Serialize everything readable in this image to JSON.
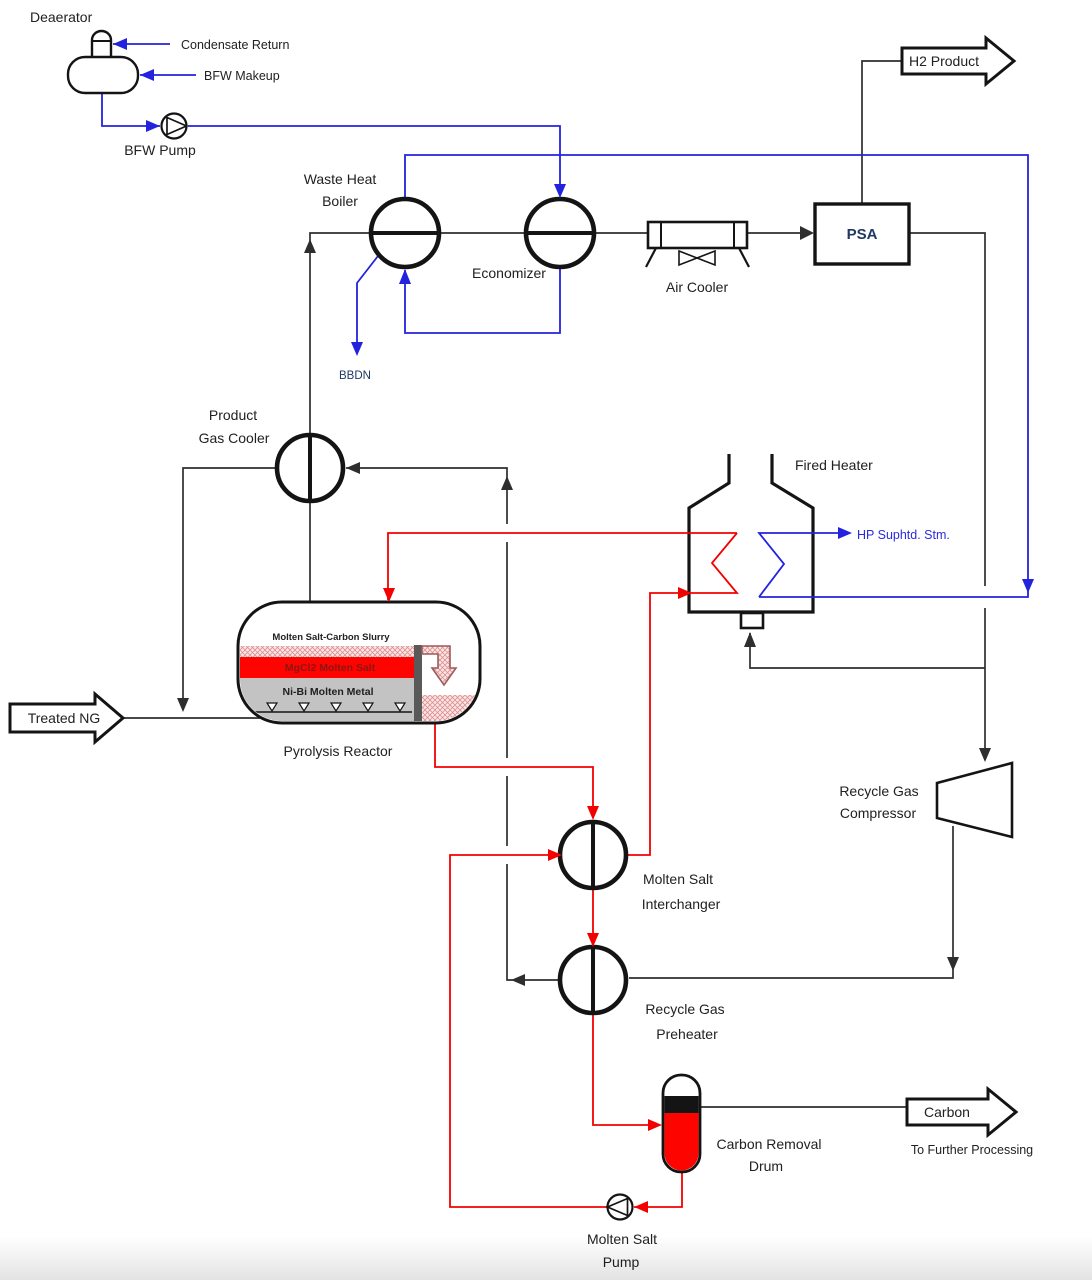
{
  "colors": {
    "line_black": "#2e2e2e",
    "line_blue": "#2323dd",
    "line_red": "#f40000",
    "navy_text": "#1f3864",
    "blue_text": "#2a2ae0",
    "dark_red_text": "#8c1515",
    "salt_red": "#fe0400",
    "metal_gray": "#c3c3c3",
    "baffle_gray": "#595959",
    "carbon_black": "#141414"
  },
  "equipment": {
    "deaerator": {
      "label": "Deaerator"
    },
    "bfw_pump": {
      "label": "BFW Pump"
    },
    "waste_heat_boiler": {
      "line1": "Waste Heat",
      "line2": "Boiler"
    },
    "economizer": {
      "label": "Economizer"
    },
    "air_cooler": {
      "label": "Air Cooler"
    },
    "psa": {
      "label": "PSA"
    },
    "product_gas_cooler": {
      "line1": "Product",
      "line2": "Gas Cooler"
    },
    "fired_heater": {
      "label": "Fired Heater"
    },
    "pyrolysis_reactor": {
      "label": "Pyrolysis Reactor",
      "layer_slurry": "Molten Salt-Carbon Slurry",
      "layer_salt": "MgCl2 Molten Salt",
      "layer_metal": "Ni-Bi Molten Metal"
    },
    "recycle_gas_compressor": {
      "line1": "Recycle Gas",
      "line2": "Compressor"
    },
    "molten_salt_interchanger": {
      "line1": "Molten Salt",
      "line2": "Interchanger"
    },
    "recycle_gas_preheater": {
      "line1": "Recycle Gas",
      "line2": "Preheater"
    },
    "carbon_removal_drum": {
      "line1": "Carbon Removal",
      "line2": "Drum"
    },
    "molten_salt_pump": {
      "line1": "Molten Salt",
      "line2": "Pump"
    }
  },
  "streams": {
    "condensate_return": "Condensate Return",
    "bfw_makeup": "BFW Makeup",
    "bbdn": "BBDN",
    "h2_product": "H2 Product",
    "hp_steam": "HP Suphtd. Stm.",
    "treated_ng": "Treated NG",
    "carbon": "Carbon",
    "to_further_processing": "To Further Processing"
  }
}
